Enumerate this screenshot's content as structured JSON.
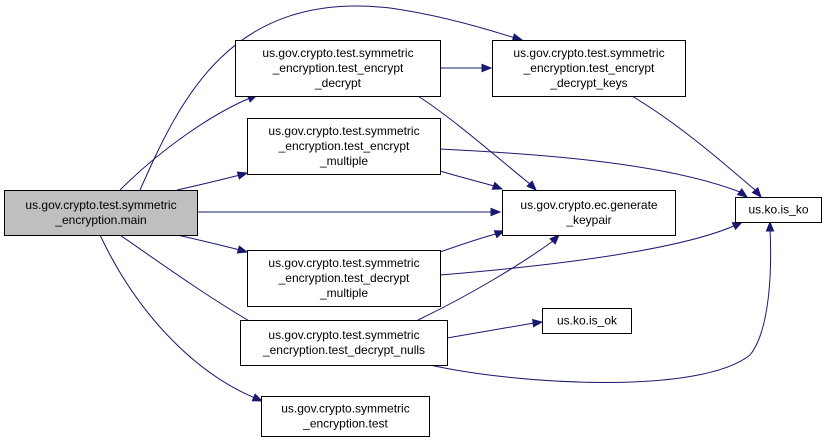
{
  "colors": {
    "edge": "#191970",
    "node_fill": "#ffffff",
    "root_fill": "#bfbfbf",
    "border": "#000000"
  },
  "nodes": [
    {
      "id": "main",
      "lines": [
        "us.gov.crypto.test.symmetric",
        "_encryption.main"
      ],
      "root": true
    },
    {
      "id": "test_encrypt_decrypt",
      "lines": [
        "us.gov.crypto.test.symmetric",
        "_encryption.test_encrypt",
        "_decrypt"
      ]
    },
    {
      "id": "test_encrypt_multiple",
      "lines": [
        "us.gov.crypto.test.symmetric",
        "_encryption.test_encrypt",
        "_multiple"
      ]
    },
    {
      "id": "test_decrypt_multiple",
      "lines": [
        "us.gov.crypto.test.symmetric",
        "_encryption.test_decrypt",
        "_multiple"
      ]
    },
    {
      "id": "test_decrypt_nulls",
      "lines": [
        "us.gov.crypto.test.symmetric",
        "_encryption.test_decrypt_nulls"
      ]
    },
    {
      "id": "symmetric_test",
      "lines": [
        "us.gov.crypto.symmetric",
        "_encryption.test"
      ]
    },
    {
      "id": "test_encrypt_decrypt_keys",
      "lines": [
        "us.gov.crypto.test.symmetric",
        "_encryption.test_encrypt",
        "_decrypt_keys"
      ]
    },
    {
      "id": "generate_keypair",
      "lines": [
        "us.gov.crypto.ec.generate",
        "_keypair"
      ]
    },
    {
      "id": "is_ok",
      "lines": [
        "us.ko.is_ok"
      ]
    },
    {
      "id": "is_ko",
      "lines": [
        "us.ko.is_ko"
      ]
    }
  ],
  "edges": [
    {
      "from": "main",
      "to": "test_encrypt_decrypt_keys"
    },
    {
      "from": "main",
      "to": "test_encrypt_decrypt"
    },
    {
      "from": "main",
      "to": "test_encrypt_multiple"
    },
    {
      "from": "main",
      "to": "generate_keypair"
    },
    {
      "from": "main",
      "to": "test_decrypt_multiple"
    },
    {
      "from": "main",
      "to": "test_decrypt_nulls"
    },
    {
      "from": "main",
      "to": "symmetric_test"
    },
    {
      "from": "test_encrypt_decrypt",
      "to": "test_encrypt_decrypt_keys"
    },
    {
      "from": "test_encrypt_decrypt",
      "to": "generate_keypair"
    },
    {
      "from": "test_encrypt_multiple",
      "to": "generate_keypair"
    },
    {
      "from": "test_encrypt_multiple",
      "to": "is_ko"
    },
    {
      "from": "test_decrypt_multiple",
      "to": "generate_keypair"
    },
    {
      "from": "test_decrypt_multiple",
      "to": "is_ko"
    },
    {
      "from": "test_decrypt_nulls",
      "to": "generate_keypair"
    },
    {
      "from": "test_decrypt_nulls",
      "to": "is_ok"
    },
    {
      "from": "test_decrypt_nulls",
      "to": "is_ko"
    },
    {
      "from": "test_encrypt_decrypt_keys",
      "to": "is_ko"
    }
  ]
}
